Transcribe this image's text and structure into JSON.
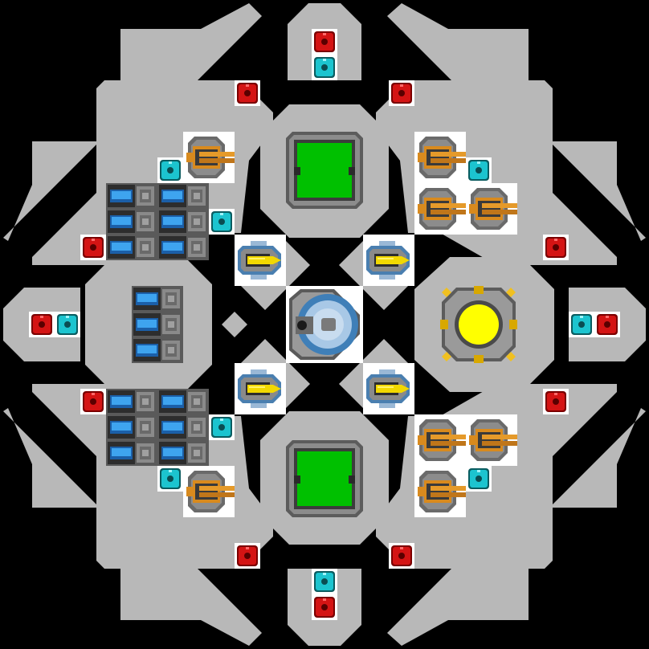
{
  "colors": {
    "background": "#000000",
    "hull": "#b8b8b8",
    "hull_dark": "#8c8c8c",
    "panel_white": "#ffffff",
    "reactor_green": "#00c000",
    "core_yellow": "#ffff00",
    "node_red": "#cc1010",
    "node_cyan": "#19c0cc",
    "battery_blue": "#2a8fd8",
    "cannon_orange": "#d88a1e",
    "thruster_yellow": "#f2d800",
    "thruster_blue": "#4a90c8"
  },
  "modules": {
    "reactors": [
      {
        "id": "reactor-top",
        "icon": "green-reactor-icon",
        "state": "active"
      },
      {
        "id": "reactor-bottom",
        "icon": "green-reactor-icon",
        "state": "active"
      }
    ],
    "command_core": {
      "id": "command-core",
      "icon": "command-core-icon"
    },
    "power_core": {
      "id": "power-core",
      "icon": "yellow-power-core-icon"
    },
    "cannon_icon": "cannon-turret-icon",
    "thruster_icon": "thruster-pod-icon",
    "battery_icon": "battery-cell-icon",
    "red_node_icon": "red-connector-node-icon",
    "cyan_node_icon": "cyan-connector-node-icon"
  }
}
